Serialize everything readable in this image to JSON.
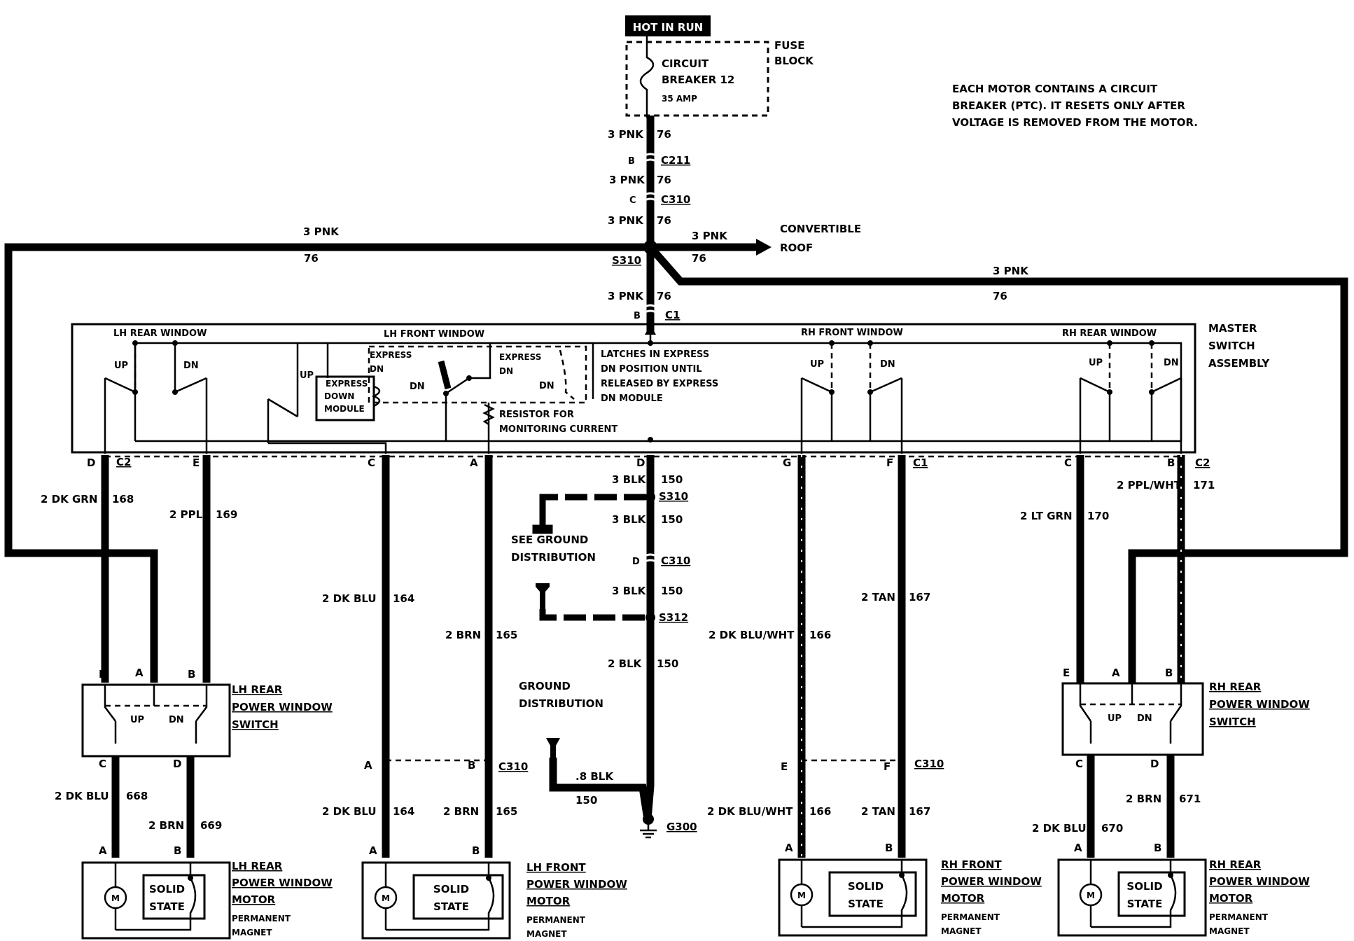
{
  "power": {
    "hot_label": "HOT IN RUN",
    "fuse_block_label": "FUSE BLOCK",
    "breaker_label": "CIRCUIT BREAKER 12",
    "breaker_rating": "35 AMP"
  },
  "note": "EACH MOTOR CONTAINS A CIRCUIT BREAKER (PTC). IT RESETS ONLY AFTER VOLTAGE IS REMOVED FROM THE MOTOR.",
  "feed": {
    "wire": "3 PNK",
    "circuit": "76",
    "connectors": [
      "C211",
      "C310",
      "C1"
    ],
    "connector_pins": [
      "B",
      "C",
      "B"
    ],
    "splice": "S310",
    "convertible_label": "CONVERTIBLE ROOF"
  },
  "master_switch": {
    "label": "MASTER SWITCH ASSEMBLY",
    "sections": [
      "LH REAR WINDOW",
      "LH FRONT WINDOW",
      "RH FRONT WINDOW",
      "RH REAR WINDOW"
    ],
    "up": "UP",
    "dn": "DN",
    "express": "EXPRESS",
    "express_module": "EXPRESS DOWN MODULE",
    "latch_note": "LATCHES IN EXPRESS DN POSITION UNTIL RELEASED BY EXPRESS DN MODULE",
    "resistor_note": "RESISTOR FOR MONITORING CURRENT",
    "connector_c1": "C1",
    "connector_c2": "C2"
  },
  "wires": [
    {
      "pin": "D",
      "color": "2 DK GRN",
      "circuit": "168"
    },
    {
      "pin": "E",
      "color": "2 PPL",
      "circuit": "169"
    },
    {
      "pin": "C",
      "color": "2 DK BLU",
      "circuit": "164"
    },
    {
      "pin": "A",
      "color": "2 BRN",
      "circuit": "165"
    },
    {
      "pin": "D",
      "color": "3 BLK",
      "circuit": "150"
    },
    {
      "pin": "G",
      "color": "2 DK BLU/WHT",
      "circuit": "166"
    },
    {
      "pin": "F",
      "color": "2 TAN",
      "circuit": "167"
    },
    {
      "pin": "C",
      "color": "2 LT GRN",
      "circuit": "170"
    },
    {
      "pin": "B",
      "color": "2 PPL/WHT",
      "circuit": "171"
    }
  ],
  "ground": {
    "see_label": "SEE GROUND DISTRIBUTION",
    "dist_label": "GROUND DISTRIBUTION",
    "splices": [
      "S310",
      "S312"
    ],
    "connector": "C310",
    "connector_pin": "D",
    "wire_2blk": "2 BLK",
    "wire_6blk": ".8 BLK",
    "circuit": "150",
    "ground_point": "G300"
  },
  "rear_switches": {
    "lh_label": "LH REAR POWER WINDOW SWITCH",
    "rh_label": "RH REAR POWER WINDOW SWITCH",
    "pins_top": [
      "E",
      "A",
      "B"
    ],
    "pins_bottom": [
      "C",
      "D"
    ]
  },
  "lower_wires": [
    {
      "color": "2 DK BLU",
      "circuit": "668"
    },
    {
      "color": "2 BRN",
      "circuit": "669"
    },
    {
      "color": "2 DK BLU",
      "circuit": "164"
    },
    {
      "color": "2 BRN",
      "circuit": "165"
    },
    {
      "color": "2 DK BLU/WHT",
      "circuit": "166"
    },
    {
      "color": "2 TAN",
      "circuit": "167"
    },
    {
      "color": "2 DK BLU",
      "circuit": "670"
    },
    {
      "color": "2 BRN",
      "circuit": "671"
    }
  ],
  "c310_pins": [
    "A",
    "B",
    "E",
    "F"
  ],
  "motors": [
    {
      "label": "LH REAR POWER WINDOW MOTOR"
    },
    {
      "label": "LH FRONT POWER WINDOW MOTOR"
    },
    {
      "label": "RH FRONT POWER WINDOW MOTOR"
    },
    {
      "label": "RH REAR POWER WINDOW MOTOR"
    }
  ],
  "motor_common": {
    "solid_state": "SOLID STATE",
    "magnet": "PERMANENT MAGNET",
    "m": "M",
    "pin_a": "A",
    "pin_b": "B"
  }
}
